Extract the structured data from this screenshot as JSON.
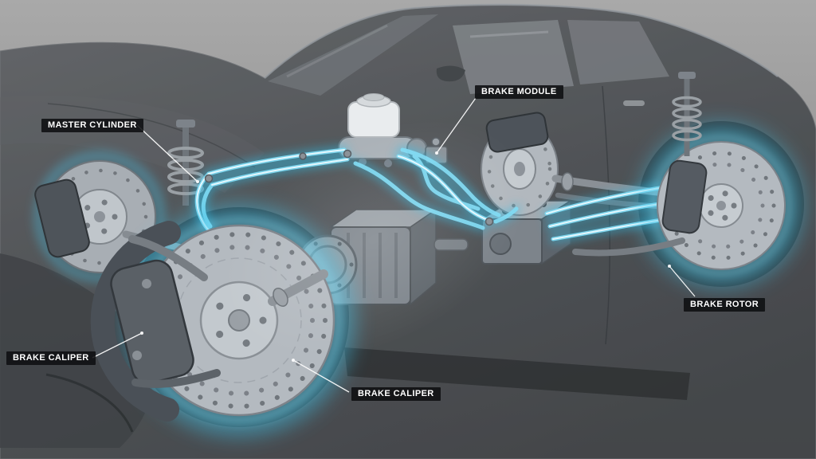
{
  "labels": [
    {
      "id": "master-cylinder",
      "text": "MASTER CYLINDER"
    },
    {
      "id": "brake-module",
      "text": "BRAKE MODULE"
    },
    {
      "id": "brake-caliper-rear",
      "text": "BRAKE CALIPER"
    },
    {
      "id": "brake-caliper-front",
      "text": "BRAKE CALIPER"
    },
    {
      "id": "brake-rotor",
      "text": "BRAKE ROTOR"
    }
  ],
  "colors": {
    "background": "#939393",
    "car_body": "#404448",
    "brake_line_glow": "#2ec1ec",
    "brake_line_core": "#eafaff",
    "rotor_metal": "#b4bac0",
    "label_background": "#0e0f11",
    "label_text": "#ffffff"
  }
}
